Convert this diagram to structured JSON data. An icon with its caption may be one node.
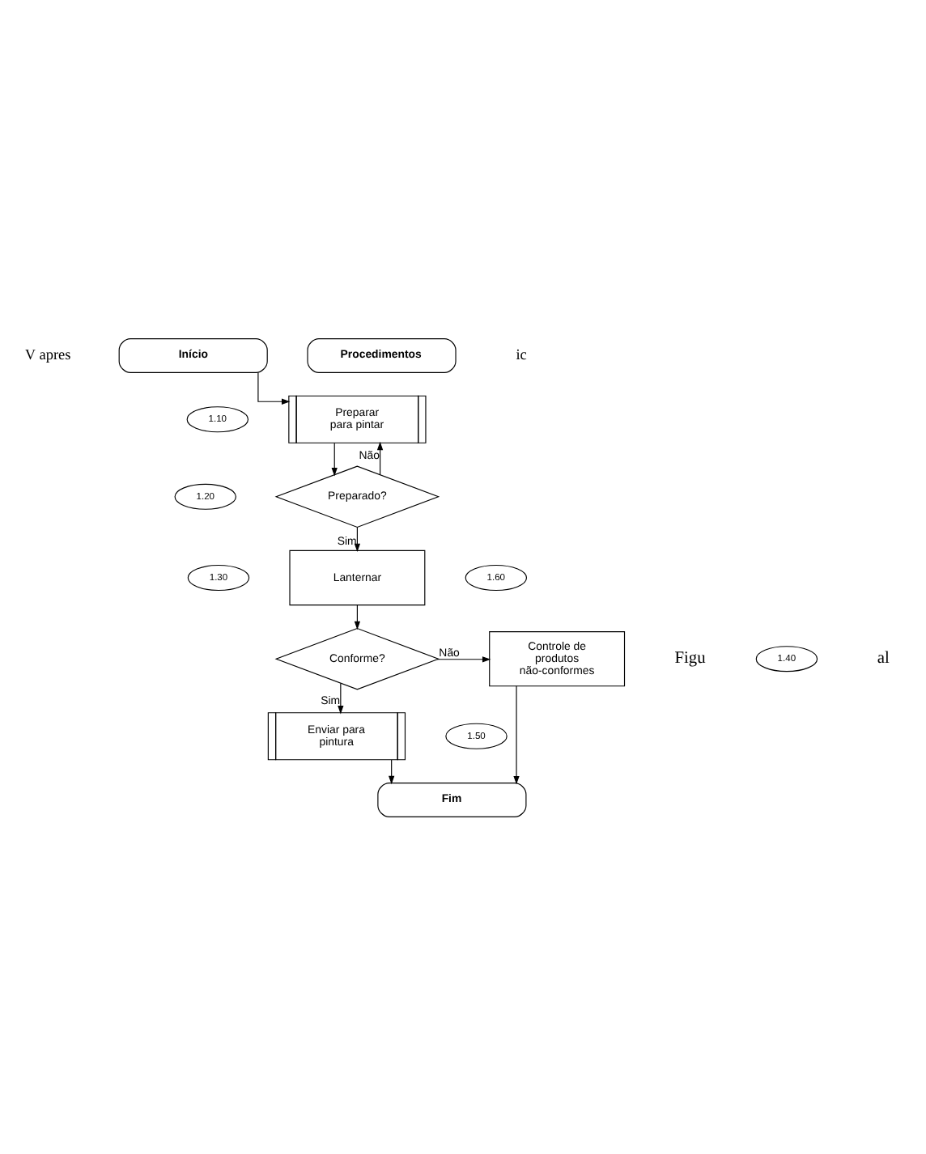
{
  "diagram": {
    "nodes": [
      {
        "text": [
          "Início"
        ]
      },
      {
        "text": [
          "Procedimentos"
        ]
      },
      {
        "text": [
          "1.10"
        ]
      },
      {
        "text": [
          "Preparar para pintar"
        ]
      },
      {
        "text": [
          "1.20"
        ]
      },
      {
        "text": [
          "Preparado?"
        ]
      },
      {
        "text": [
          "1.30"
        ]
      },
      {
        "text": [
          "Lanternar"
        ]
      },
      {
        "text": [
          "1.60"
        ]
      },
      {
        "text": [
          "1.40"
        ]
      },
      {
        "text": [
          "Conforme?"
        ]
      },
      {
        "text": [
          "Controle de produtos não-conformes"
        ]
      },
      {
        "text": [
          "1.50"
        ]
      },
      {
        "text": [
          "Enviar para pintura"
        ]
      },
      {
        "text": [
          "Fim"
        ]
      }
    ],
    "edges": [
      {
        "from": 0,
        "to": 3,
        "arrow": "to"
      },
      {
        "from": 3,
        "to": 5,
        "arrow": "to"
      },
      {
        "from": 5,
        "to": 3,
        "arrow": "to",
        "label": "Não"
      },
      {
        "from": 5,
        "to": 7,
        "arrow": "to",
        "label": "Sim"
      },
      {
        "from": 7,
        "to": 10,
        "arrow": "to"
      },
      {
        "from": 10,
        "to": 11,
        "arrow": "to",
        "label": "Não"
      },
      {
        "from": 10,
        "to": 13,
        "arrow": "to",
        "label": "Sim"
      },
      {
        "from": 13,
        "to": 14,
        "arrow": "to"
      },
      {
        "from": 11,
        "to": 14,
        "arrow": "to"
      }
    ],
    "labels": [
      "V apres",
      "ic",
      "Figu",
      "al"
    ]
  }
}
